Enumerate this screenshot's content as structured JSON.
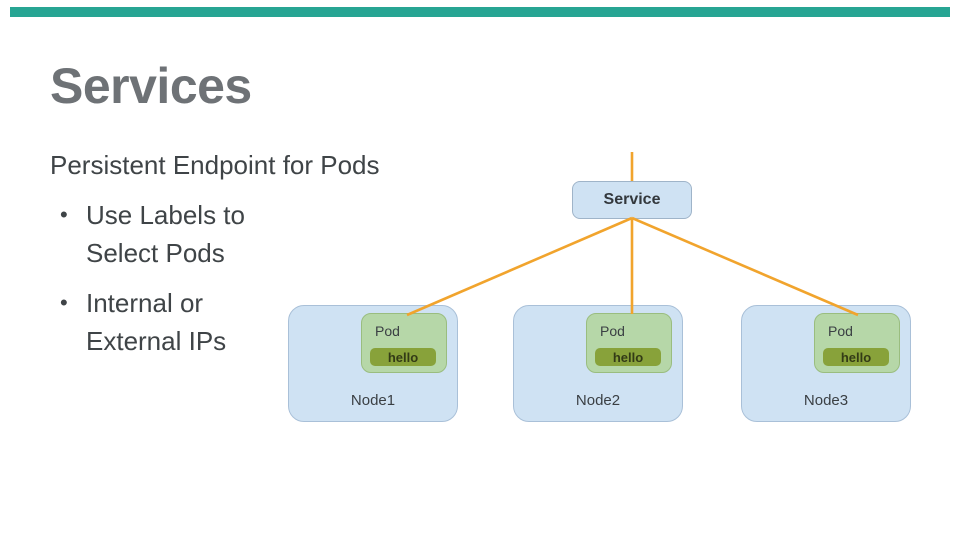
{
  "slide": {
    "title": "Services",
    "subtitle": "Persistent Endpoint for Pods",
    "bullets": [
      {
        "lines": [
          "Use Labels to",
          "Select Pods"
        ]
      },
      {
        "lines": [
          "Internal or",
          "External IPs"
        ]
      }
    ],
    "accent_bar_color": "#27A593"
  },
  "diagram": {
    "service": {
      "label": "Service"
    },
    "nodes": [
      {
        "name": "Node1",
        "pod": {
          "label": "Pod",
          "container": "hello"
        }
      },
      {
        "name": "Node2",
        "pod": {
          "label": "Pod",
          "container": "hello"
        }
      },
      {
        "name": "Node3",
        "pod": {
          "label": "Pod",
          "container": "hello"
        }
      }
    ],
    "colors": {
      "connector_line": "#F1A42D",
      "node_fill": "#CFE2F3",
      "node_border": "#A9C0D8",
      "pod_fill": "#B6D7A8",
      "pod_border": "#9ABD7F",
      "container_fill": "#88A23A",
      "accent_teal": "#27A593",
      "title_gray": "#6E7276"
    }
  }
}
